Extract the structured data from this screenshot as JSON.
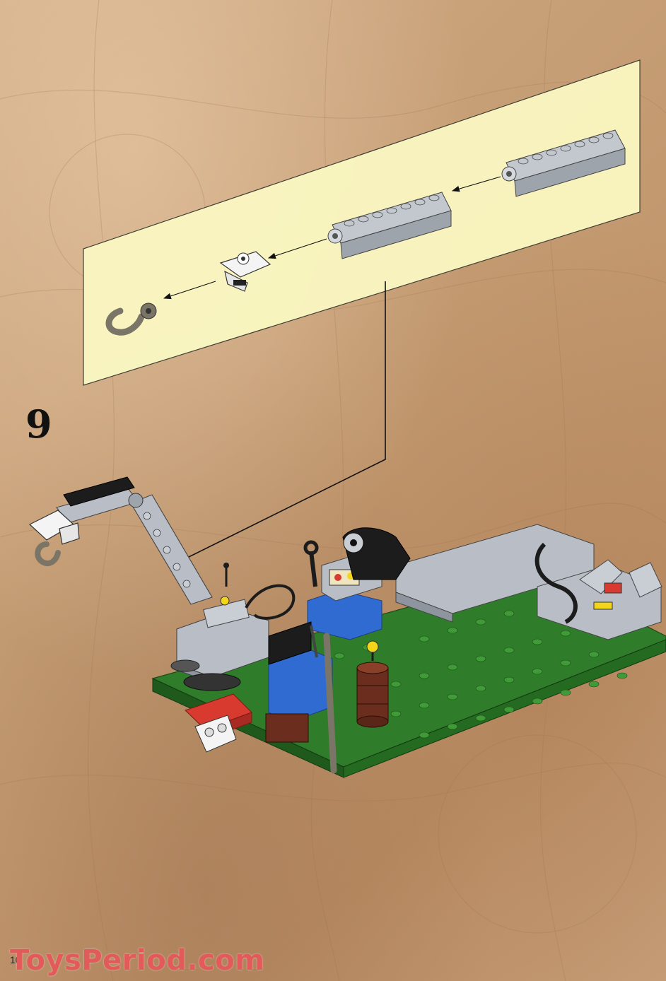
{
  "step": {
    "number": "9"
  },
  "page": {
    "number": "10"
  },
  "watermark": {
    "text": "ToysPeriod.com",
    "color": "#e25a5a"
  },
  "colors": {
    "background": "#c9a57f",
    "callout": "#fbf8c2",
    "baseplate": "#2f7d2a",
    "light-gray": "#b9bec6",
    "black": "#1c1c1c",
    "blue": "#2f6bd1",
    "red": "#d93a2f",
    "yellow": "#f3d51a",
    "brown": "#6b2e1e",
    "dark-tan": "#7a7566"
  }
}
